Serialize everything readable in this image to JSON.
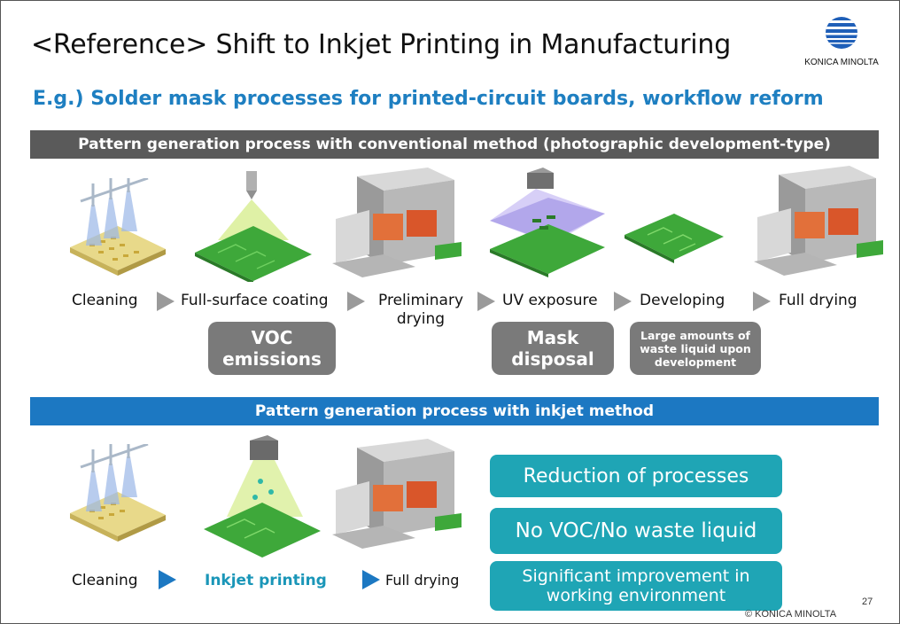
{
  "title": "<Reference> Shift to Inkjet Printing in Manufacturing",
  "logo_text": "KONICA MINOLTA",
  "subtitle": "E.g.) Solder mask processes for printed-circuit boards, workflow reform",
  "conventional": {
    "header": "Pattern generation process with conventional method (photographic development-type)",
    "steps": [
      "Cleaning",
      "Full-surface coating",
      "Preliminary drying",
      "UV exposure",
      "Developing",
      "Full drying"
    ],
    "issues": [
      "VOC emissions",
      "Mask disposal",
      "Large amounts of waste liquid upon development"
    ]
  },
  "inkjet": {
    "header": "Pattern generation process with inkjet method",
    "steps": [
      "Cleaning",
      "Inkjet printing",
      "Full drying"
    ],
    "benefits": [
      "Reduction of processes",
      "No VOC/No waste liquid",
      "Significant improvement in working environment"
    ]
  },
  "footer": {
    "copyright": "© KONICA MINOLTA",
    "page_number": "27"
  },
  "colors": {
    "accent_blue": "#1c78c2",
    "teal": "#1fa5b5",
    "grey_band": "#5a5a5a",
    "issue_grey": "#7a7a7a",
    "inkjet_label": "#1a96b8"
  }
}
